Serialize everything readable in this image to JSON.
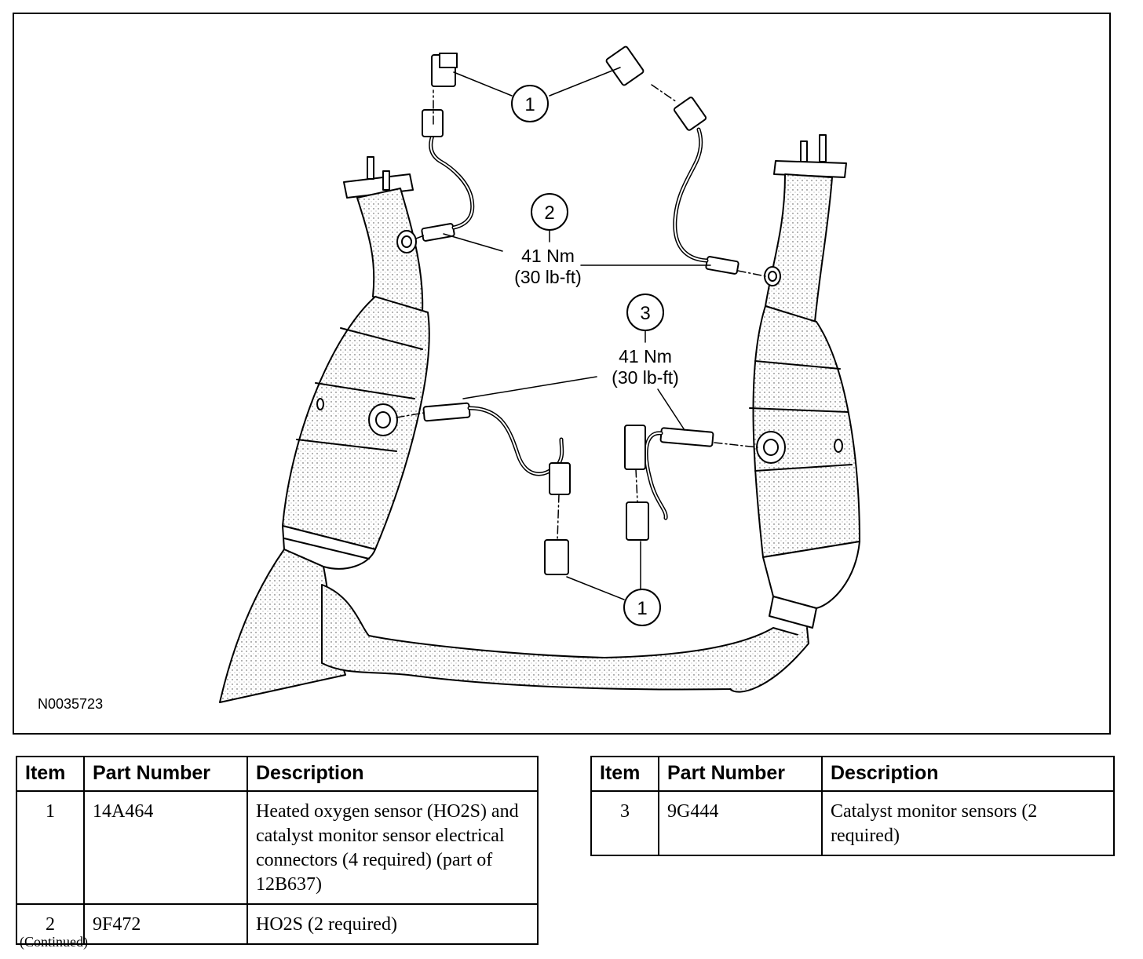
{
  "figure": {
    "id": "N0035723",
    "callouts": [
      {
        "label": "1"
      },
      {
        "label": "2"
      },
      {
        "label": "3"
      },
      {
        "label": "1"
      }
    ],
    "torque": {
      "item2": {
        "nm": "41 Nm",
        "lbft": "(30 lb-ft)"
      },
      "item3": {
        "nm": "41 Nm",
        "lbft": "(30 lb-ft)"
      }
    }
  },
  "tables": [
    {
      "headers": [
        "Item",
        "Part Number",
        "Description"
      ],
      "rows": [
        [
          "1",
          "14A464",
          "Heated oxygen sensor (HO2S) and catalyst monitor sensor electrical connectors (4 required) (part of 12B637)"
        ],
        [
          "2",
          "9F472",
          "HO2S (2 required)"
        ]
      ]
    },
    {
      "headers": [
        "Item",
        "Part Number",
        "Description"
      ],
      "rows": [
        [
          "3",
          "9G444",
          "Catalyst monitor sensors (2 required)"
        ]
      ]
    }
  ],
  "footer": {
    "continued": "(Continued)"
  }
}
